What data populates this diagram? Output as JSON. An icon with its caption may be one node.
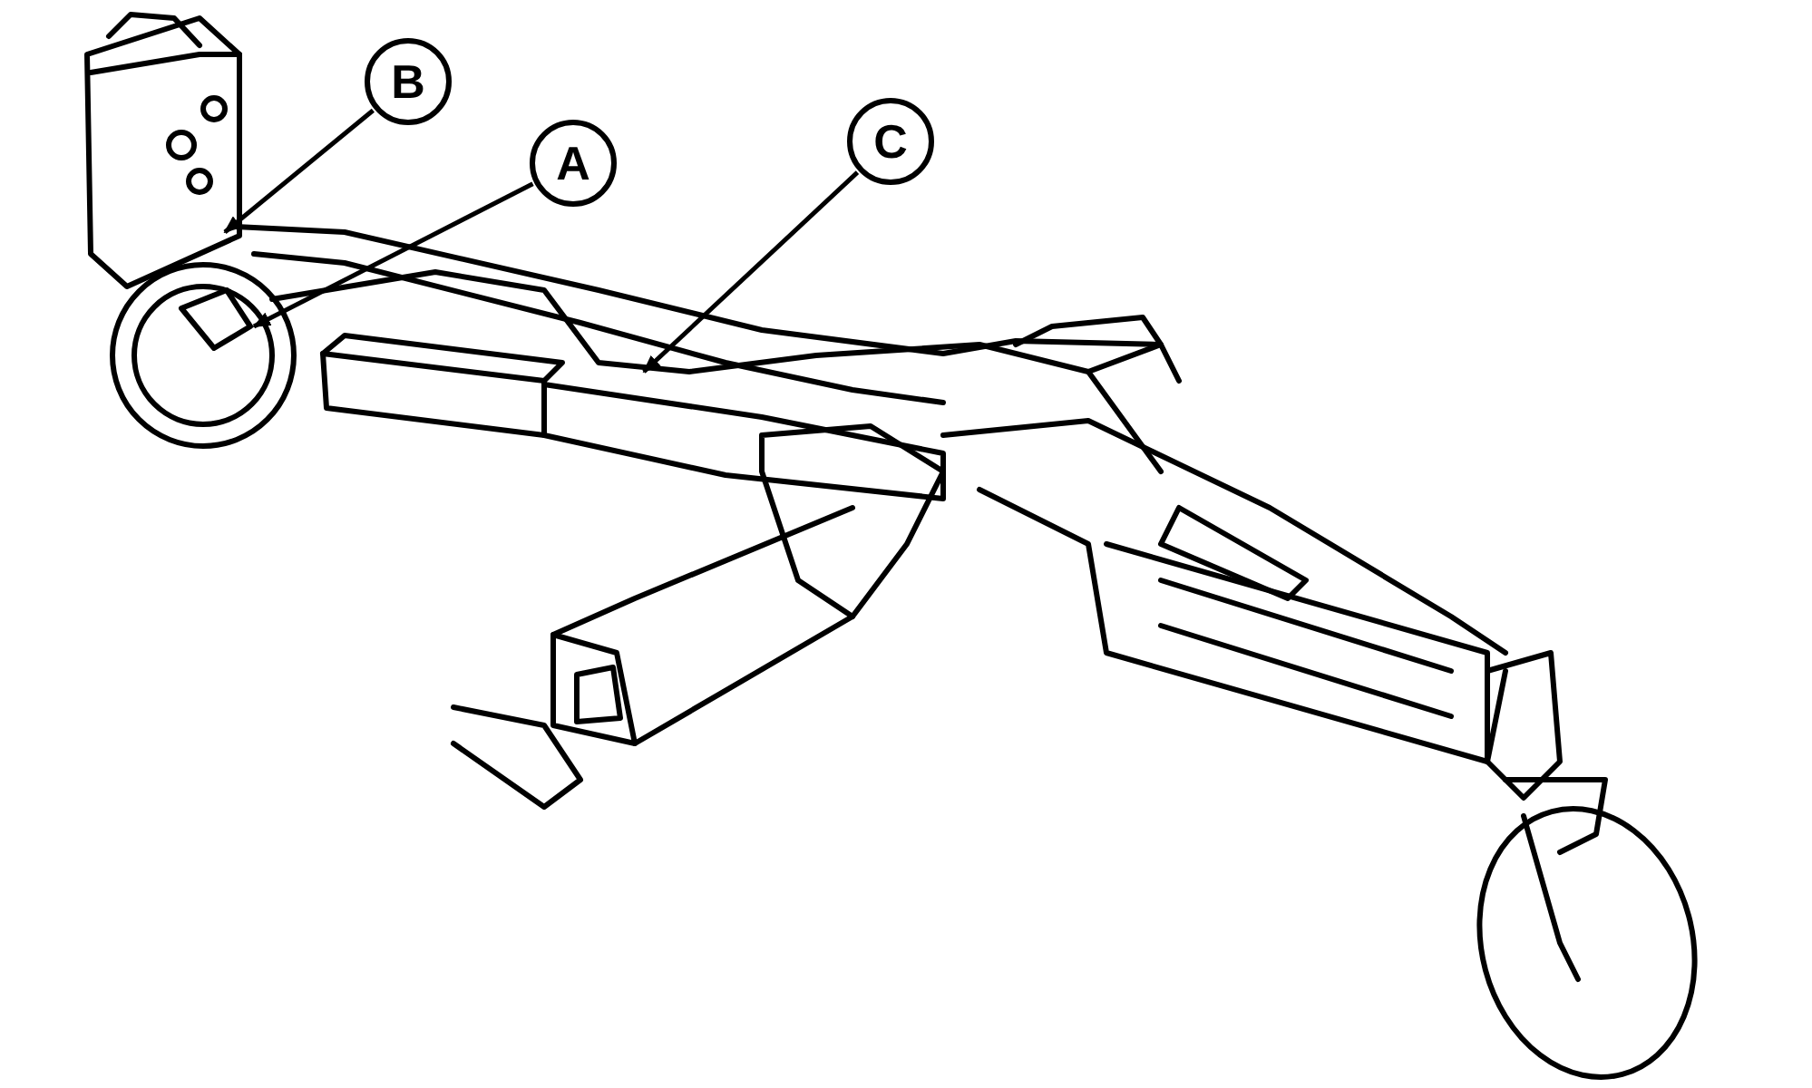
{
  "diagram": {
    "nodes": [
      {
        "text": [
          "B"
        ]
      },
      {
        "text": [
          "A"
        ]
      },
      {
        "text": [
          "C"
        ]
      }
    ],
    "edges": [
      {
        "from": 0,
        "to": null,
        "arrow": "to"
      },
      {
        "from": 1,
        "to": null,
        "arrow": "to"
      },
      {
        "from": 2,
        "to": null,
        "arrow": "to"
      }
    ]
  }
}
